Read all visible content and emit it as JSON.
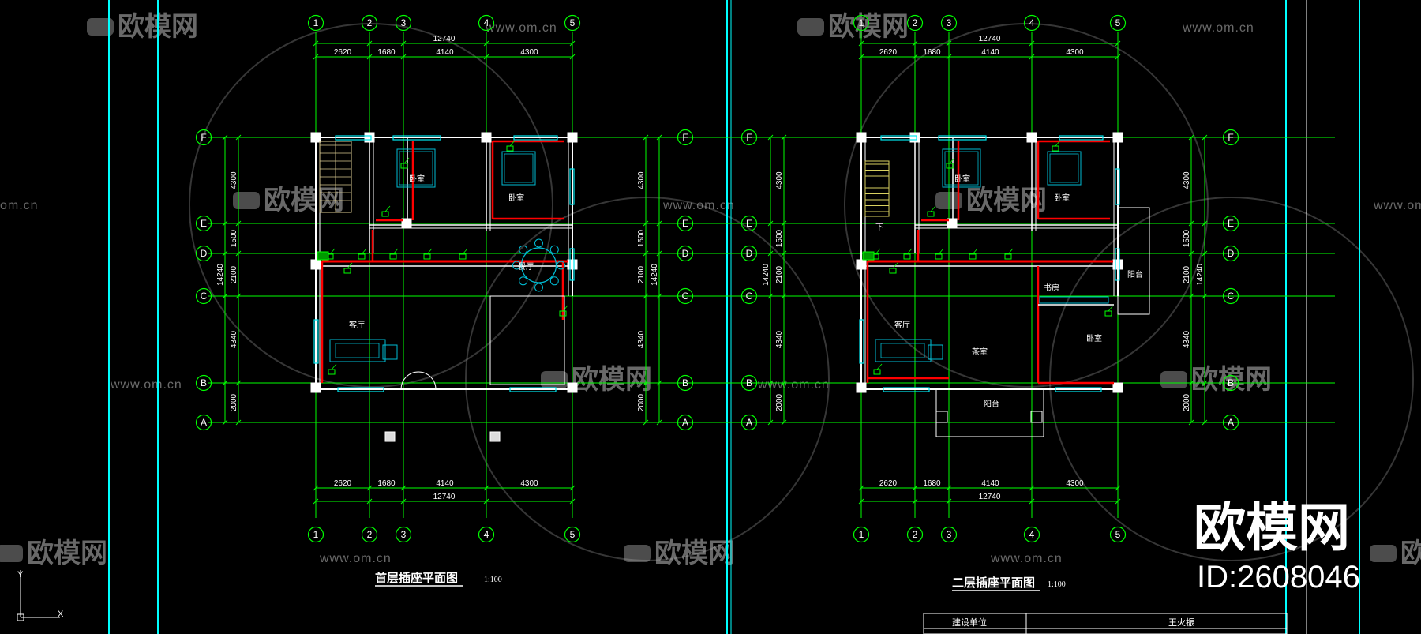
{
  "watermark": {
    "brand": "欧模网",
    "url": "www.om.cn",
    "url_short": "om.cn"
  },
  "badge": {
    "brand": "欧模网",
    "id": "ID:2608046"
  },
  "grid": {
    "columns": [
      "1",
      "2",
      "3",
      "4",
      "5"
    ],
    "rows": [
      "F",
      "E",
      "D",
      "C",
      "B",
      "A"
    ],
    "col_dims": [
      "2620",
      "1680",
      "4140",
      "4300"
    ],
    "col_total": "12740",
    "row_dims": [
      "4300",
      "1500",
      "2100",
      "4340",
      "2000"
    ],
    "row_total": "14240"
  },
  "plans": [
    {
      "title": "首层插座平面图",
      "scale": "1:100",
      "rooms": {
        "bed1": "卧室",
        "bed2": "卧室",
        "living": "客厅",
        "dining": "餐厅"
      }
    },
    {
      "title": "二层插座平面图",
      "scale": "1:100",
      "rooms": {
        "bed1": "卧室",
        "bed2": "卧室",
        "living": "客厅",
        "study": "书房",
        "bed3": "卧室",
        "balcony1": "阳台",
        "balcony2": "阳台",
        "tea": "茶室",
        "down": "下"
      }
    }
  ],
  "title_block": {
    "unit_label": "建设单位",
    "unit_value": "王火振"
  },
  "colors": {
    "axis": "#00ff00",
    "wall": "#ffffff",
    "circuit": "#ff0000",
    "frame": "#00ffff",
    "window": "#00e5ee",
    "furniture": "#00bcd4"
  }
}
